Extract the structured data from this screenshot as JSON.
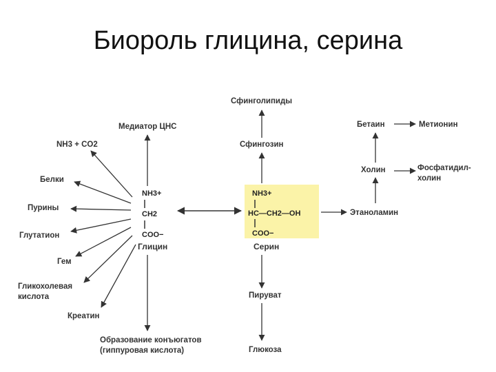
{
  "title": "Биороль глицина, серина",
  "glycine": {
    "nh3": "NH3+",
    "ch2": "CH2",
    "coo": "COO−",
    "name": "Глицин"
  },
  "serine": {
    "nh3": "NH3+",
    "chain": "HC—CH2—OH",
    "coo": "COO−",
    "name": "Серин"
  },
  "glycine_products": {
    "nh3_co2": "NH3 + CO2",
    "proteins": "Белки",
    "purines": "Пурины",
    "glutathione": "Глутатион",
    "heme": "Гем",
    "glycocholic_1": "Гликохолевая",
    "glycocholic_2": "кислота",
    "creatine": "Креатин",
    "cns_mediator": "Медиатор ЦНС",
    "conjugates_1": "Образование конъюгатов",
    "conjugates_2": "(гиппуровая кислота)"
  },
  "serine_products": {
    "sphingolipids": "Сфинголипиды",
    "sphingosine": "Сфингозин",
    "pyruvate": "Пируват",
    "glucose": "Глюкоза",
    "ethanolamine": "Этаноламин",
    "choline": "Холин",
    "betaine": "Бетаин",
    "methionine": "Метионин",
    "phosphatidylcholine_1": "Фосфатидил-",
    "phosphatidylcholine_2": "холин"
  },
  "colors": {
    "serine_box": "#fbf3a8",
    "arrow": "#333333"
  }
}
